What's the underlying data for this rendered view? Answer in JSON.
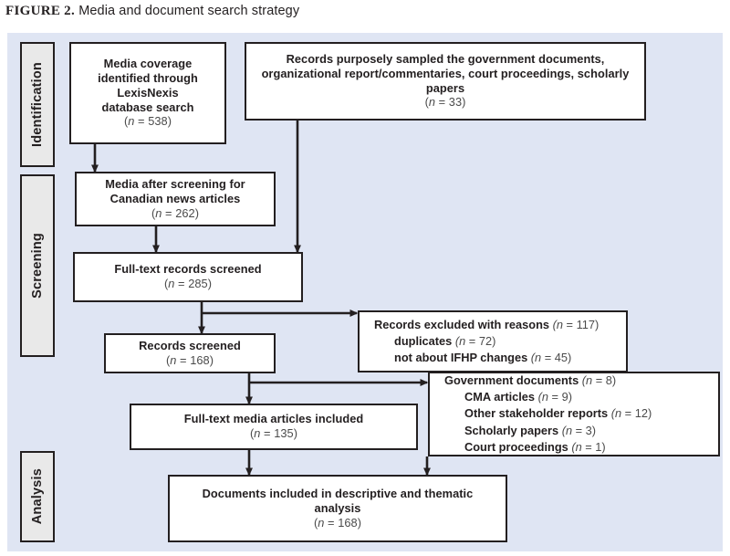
{
  "figure": {
    "label": "FIGURE 2.",
    "title": "Media and document search strategy"
  },
  "colors": {
    "canvas_background": "#dfe5f3",
    "box_fill": "#ffffff",
    "box_border": "#231f20",
    "stage_fill": "#e9e9e9",
    "text": "#231f20",
    "count_text": "#4a4a4a"
  },
  "stages": [
    {
      "name": "identification",
      "label": "Identification"
    },
    {
      "name": "screening",
      "label": "Screening"
    },
    {
      "name": "analysis",
      "label": "Analysis"
    }
  ],
  "boxes": {
    "media_coverage": {
      "lines": [
        "Media coverage",
        "identified through",
        "LexisNexis",
        "database search"
      ],
      "count_prefix": "(",
      "count_var": "n",
      "count_eq": " = ",
      "count_value": "538",
      "count_suffix": ")"
    },
    "records_purposely_sampled": {
      "lines": [
        "Records purposely sampled the government documents,",
        "organizational report/commentaries, court proceedings, scholarly",
        "papers"
      ],
      "count_prefix": "(",
      "count_var": "n",
      "count_eq": " = ",
      "count_value": "33",
      "count_suffix": ")"
    },
    "media_after_screening": {
      "lines": [
        "Media after screening for",
        "Canadian news articles"
      ],
      "count_prefix": "(",
      "count_var": "n",
      "count_eq": " = ",
      "count_value": "262",
      "count_suffix": ")"
    },
    "full_text_records_screened": {
      "lines": [
        "Full-text records screened"
      ],
      "count_prefix": "(",
      "count_var": "n",
      "count_eq": " = ",
      "count_value": "285",
      "count_suffix": ")"
    },
    "records_screened": {
      "lines": [
        "Records screened"
      ],
      "count_prefix": "(",
      "count_var": "n",
      "count_eq": " = ",
      "count_value": "168",
      "count_suffix": ")"
    },
    "full_text_media_included": {
      "lines": [
        "Full-text media articles included"
      ],
      "count_prefix": "(",
      "count_var": "n",
      "count_eq": " = ",
      "count_value": "135",
      "count_suffix": ")"
    },
    "documents_included": {
      "lines": [
        "Documents included in descriptive and thematic",
        "analysis"
      ],
      "count_prefix": "(",
      "count_var": "n",
      "count_eq": " = ",
      "count_value": "168",
      "count_suffix": ")"
    },
    "records_excluded": {
      "items": [
        {
          "label": "Records excluded with reasons",
          "count": "(n = 117)",
          "indent": 0
        },
        {
          "label": "duplicates",
          "count": "(n = 72)",
          "indent": 1
        },
        {
          "label": "not about IFHP changes",
          "count": "(n = 45)",
          "indent": 1
        }
      ]
    },
    "documents_breakdown": {
      "items": [
        {
          "label": "Government documents",
          "count": "(n = 8)",
          "indent": 0
        },
        {
          "label": "CMA articles",
          "count": "(n = 9)",
          "indent": 1
        },
        {
          "label": "Other stakeholder reports",
          "count": "(n = 12)",
          "indent": 1
        },
        {
          "label": "Scholarly papers",
          "count": "(n = 3)",
          "indent": 1
        },
        {
          "label": "Court proceedings",
          "count": "(n = 1)",
          "indent": 1
        }
      ]
    }
  }
}
